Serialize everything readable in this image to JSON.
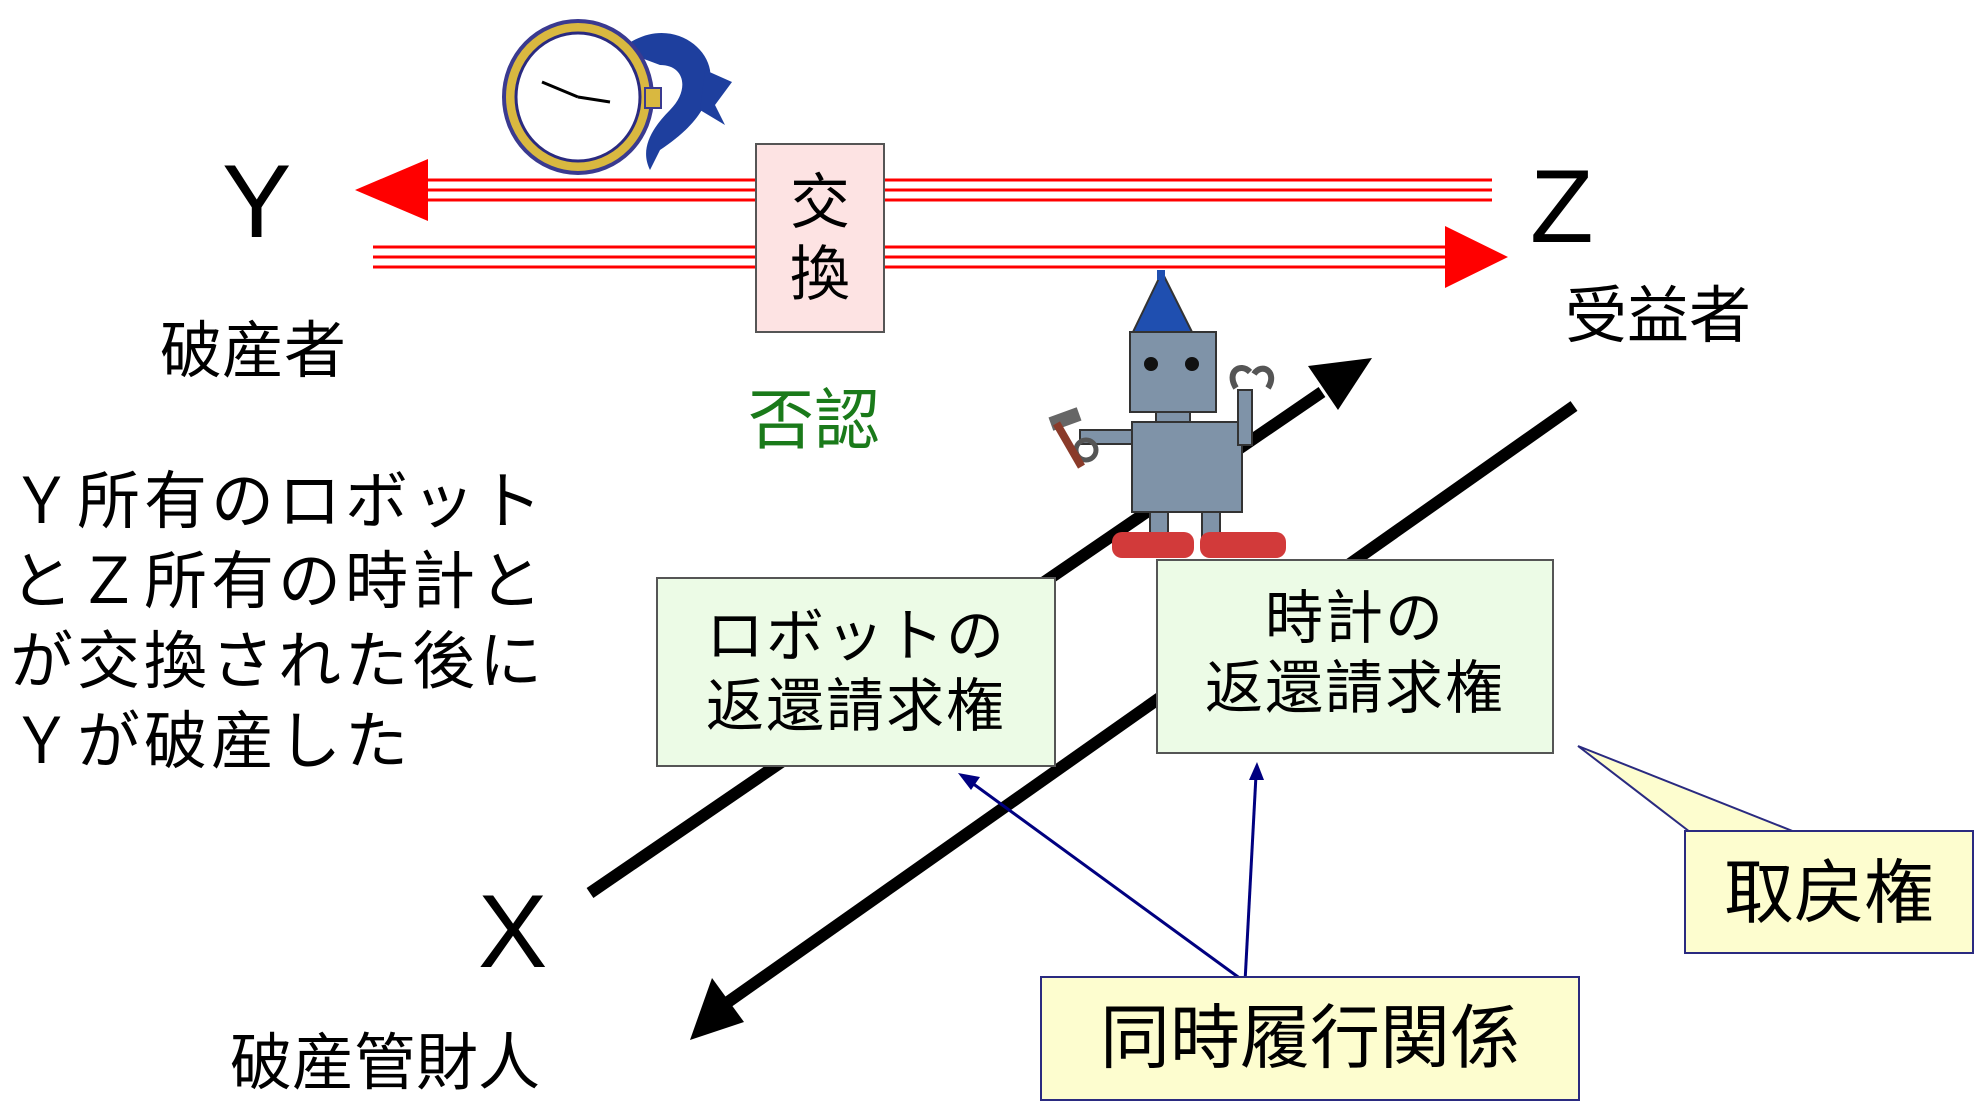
{
  "parties": {
    "y": {
      "letter": "Y",
      "role": "破産者"
    },
    "z": {
      "letter": "Z",
      "role": "受益者"
    },
    "x": {
      "letter": "X",
      "role": "破産管財人"
    }
  },
  "exchange_label": "交換",
  "denial_label": "否認",
  "description": [
    "Ｙ所有のロボット",
    "とＺ所有の時計と",
    "が交換された後に",
    "Ｙが破産した"
  ],
  "boxes": {
    "robot_claim": {
      "line1": "ロボットの",
      "line2": "返還請求権"
    },
    "watch_claim": {
      "line1": "時計の",
      "line2": "返還請求権"
    },
    "reclaim": "取戻権",
    "simultaneous": "同時履行関係"
  },
  "colors": {
    "exchange_arrow": "#ff0000",
    "claim_arrow": "#000000",
    "callout_line": "#000080",
    "denial_text": "#1a7a1a",
    "claim_box_fill": "#ecfbe6",
    "callout_box_fill": "#fdfdcf",
    "exchange_box_fill": "#fde3e3"
  },
  "icons": [
    "wristwatch-icon",
    "robot-icon"
  ]
}
